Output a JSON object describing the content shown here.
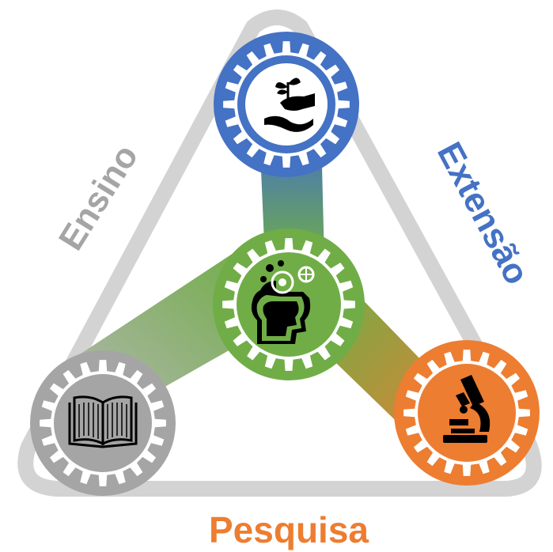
{
  "labels": {
    "ensino": "Ensino",
    "extensao": "Extensão",
    "pesquisa": "Pesquisa"
  },
  "colors": {
    "frame": "#d3d3d3",
    "ensino": "#a5a5a5",
    "extensao": "#4472c4",
    "pesquisa": "#ed7d31",
    "center": "#70ad47",
    "gear_teeth_white": "#ffffff"
  },
  "icons": {
    "extensao": "hand-plant-icon",
    "center": "head-gears-icon",
    "ensino": "open-book-icon",
    "pesquisa": "microscope-icon"
  }
}
